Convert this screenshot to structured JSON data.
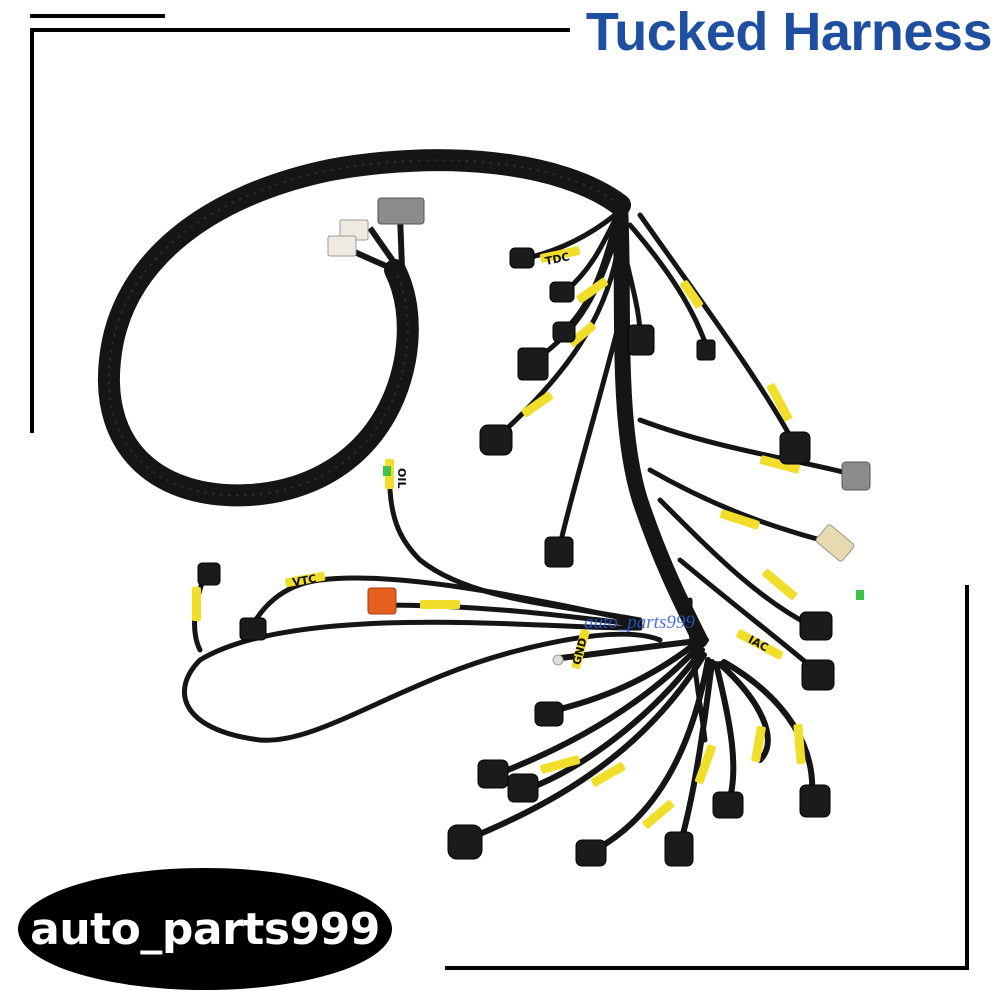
{
  "title": "Tucked Harness",
  "watermark": "auto_parts999",
  "badge": "auto_parts999",
  "labels": {
    "tdc": "TDC",
    "oil": "OIL",
    "vtc": "VTC",
    "gnd": "GND",
    "iac": "IAC"
  },
  "colors": {
    "title": "#1f4fa0",
    "sleeve": "#151515",
    "tape": "#f1de2b",
    "connector": "#1b1b1b",
    "orange_plug": "#e5601f",
    "grey_plug": "#8c8c8c"
  }
}
